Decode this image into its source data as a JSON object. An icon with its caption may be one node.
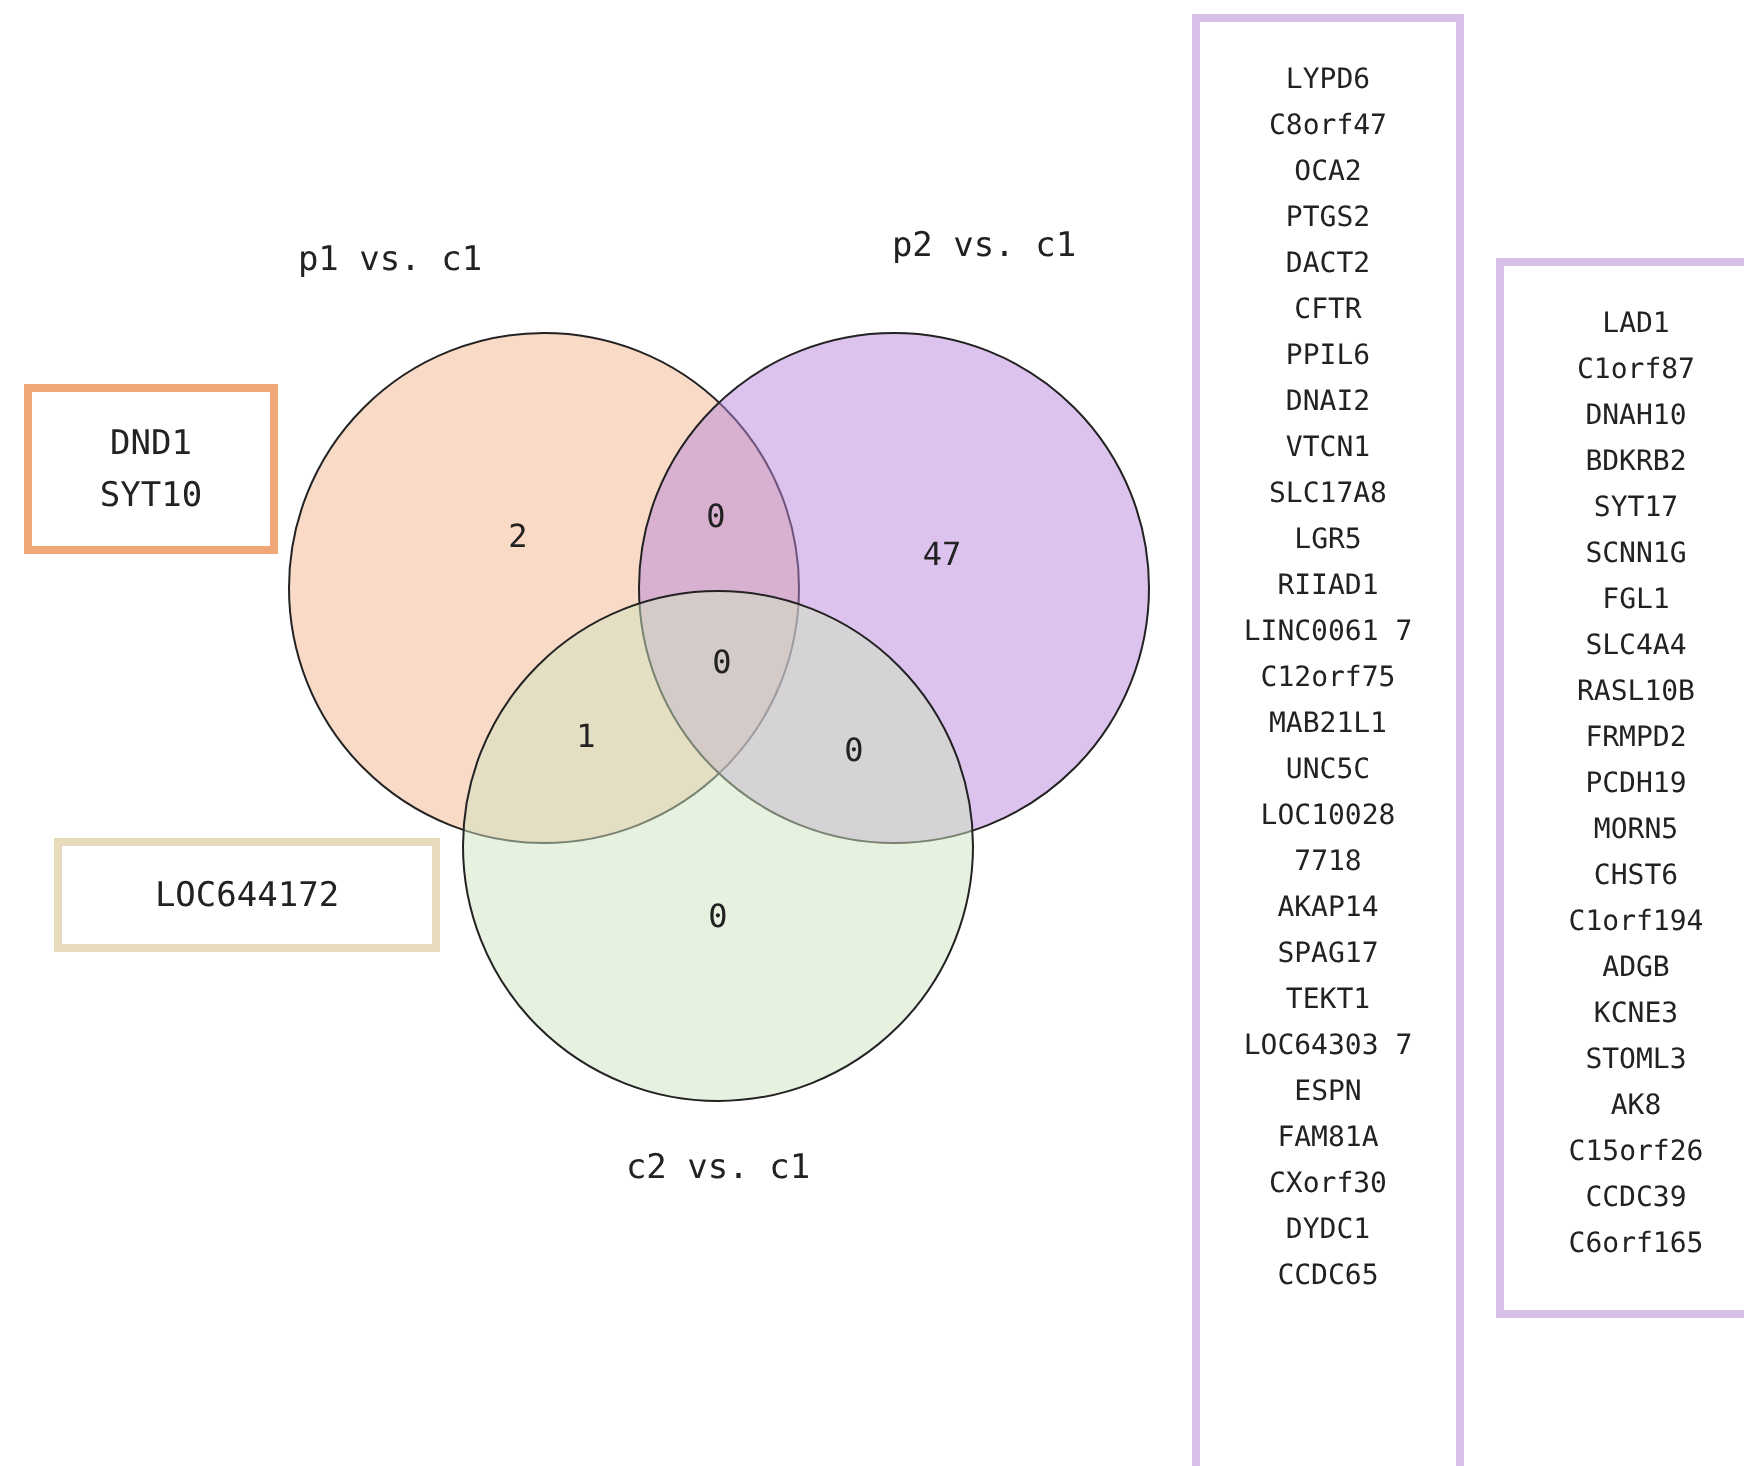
{
  "diagram": {
    "nodes": [
      {
        "text": [
          "p1 vs. c1"
        ]
      },
      {
        "text": [
          "p2 vs. c1"
        ]
      },
      {
        "text": [
          "c2 vs. c1"
        ]
      },
      {
        "text": [
          "DND1",
          "SYT10"
        ]
      },
      {
        "text": [
          "LOC644172"
        ]
      },
      {
        "text": [
          "LYPD6",
          "C8orf47",
          "OCA2",
          "PTGS2",
          "DACT2",
          "CFTR",
          "PPIL6",
          "DNAI2",
          "VTCN1",
          "SLC17A8",
          "LGR5",
          "RIIAD1",
          "LINC0061 7",
          "C12orf75",
          "MAB21L1",
          "UNC5C",
          "LOC10028 7718",
          "AKAP14",
          "SPAG17",
          "TEKT1",
          "LOC64303 7",
          "ESPN",
          "FAM81A",
          "CXorf30",
          "DYDC1",
          "CCDC65"
        ]
      },
      {
        "text": [
          "LAD1",
          "C1orf87",
          "DNAH10",
          "BDKRB2",
          "SYT17",
          "SCNN1G",
          "FGL1",
          "SLC4A4",
          "RASL10B",
          "FRMPD2",
          "PCDH19",
          "MORN5",
          "CHST6",
          "C1orf194",
          "ADGB",
          "KCNE3",
          "STOML3",
          "AK8",
          "C15orf26",
          "CCDC39",
          "C6orf165"
        ]
      }
    ],
    "edges": [],
    "labels": [
      "2",
      "0",
      "47",
      "0",
      "1",
      "0",
      "0"
    ]
  }
}
